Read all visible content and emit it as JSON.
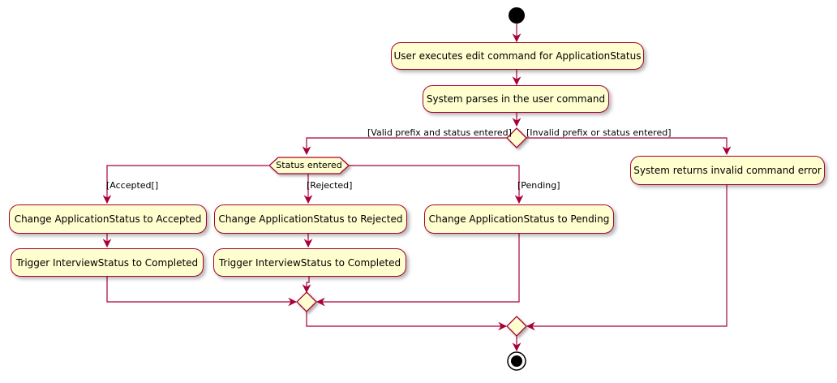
{
  "colors": {
    "line": "#A80036",
    "fill": "#FEFECE",
    "start": "#000000"
  },
  "actions": {
    "edit_command": "User executes edit command for ApplicationStatus",
    "parse": "System parses in the user command",
    "invalid_error": "System returns invalid command error",
    "to_accepted": "Change ApplicationStatus to Accepted",
    "to_rejected": "Change ApplicationStatus to Rejected",
    "to_pending": "Change ApplicationStatus to Pending",
    "trigger_completed_accepted": "Trigger InterviewStatus to Completed",
    "trigger_completed_rejected": "Trigger InterviewStatus to Completed"
  },
  "decisions": {
    "status_entered": "Status entered"
  },
  "guards": {
    "valid": "[Valid prefix and status entered]",
    "invalid": "[Invalid prefix or status entered]",
    "accepted": "[Accepted[]",
    "rejected": "[Rejected]",
    "pending": "[Pending]"
  }
}
